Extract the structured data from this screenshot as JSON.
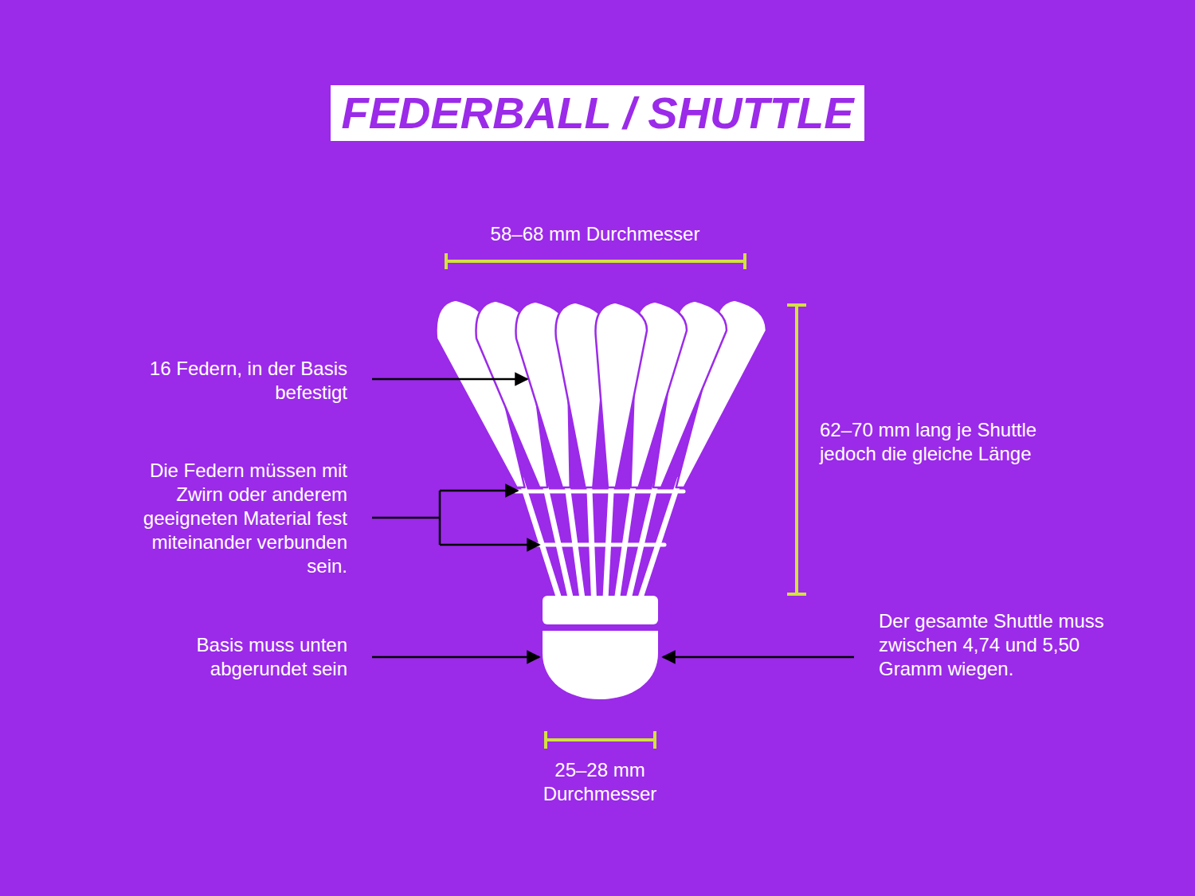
{
  "diagram": {
    "title": "FEDERBALL / SHUTTLE",
    "labels": [
      "58–68 mm Durchmesser",
      "16 Federn, in der Basis befestigt",
      "62–70 mm lang je Shuttle jedoch die gleiche Länge",
      "Die Federn müssen mit Zwirn oder anderem geeigneten Material fest miteinander verbunden sein.",
      "Basis muss unten abgerundet sein",
      "Der gesamte Shuttle muss zwischen 4,74 und 5,50 Gramm wiegen.",
      "25–28 mm Durchmesser"
    ]
  }
}
